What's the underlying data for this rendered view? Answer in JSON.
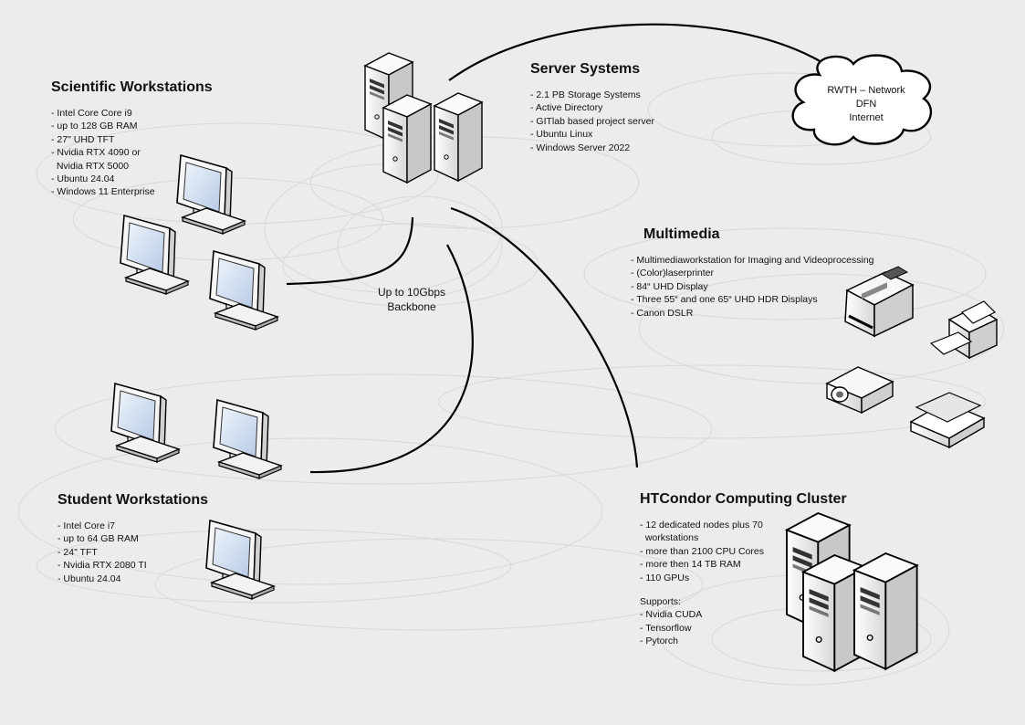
{
  "sections": {
    "scientific": {
      "title": "Scientific Workstations",
      "items": [
        "- Intel Core Core i9",
        "- up to 128 GB RAM",
        "- 27\" UHD TFT",
        "- Nvidia RTX 4090 or",
        "  Nvidia RTX 5000",
        "- Ubuntu 24.04",
        "- Windows 11 Enterprise"
      ]
    },
    "server": {
      "title": "Server Systems",
      "items": [
        "- 2.1 PB Storage Systems",
        "- Active Directory",
        "- GITlab based project server",
        "- Ubuntu Linux",
        "- Windows Server 2022"
      ]
    },
    "multimedia": {
      "title": "Multimedia",
      "items": [
        "- Multimediaworkstation for Imaging and Videoprocessing",
        "- (Color)laserprinter",
        "- 84“ UHD Display",
        "- Three 55“ and one 65“ UHD HDR Displays",
        "- Canon DSLR"
      ]
    },
    "student": {
      "title": "Student Workstations",
      "items": [
        "- Intel Core i7",
        "- up to 64 GB RAM",
        "- 24\" TFT",
        "- Nvidia RTX 2080 TI",
        "- Ubuntu 24.04"
      ]
    },
    "cluster": {
      "title": "HTCondor Computing Cluster",
      "items": [
        "- 12 dedicated nodes plus 70",
        "  workstations",
        "- more than 2100 CPU Cores",
        "- more then 14 TB RAM",
        "- 110 GPUs"
      ],
      "supports_heading": "Supports:",
      "supports": [
        "- Nvidia CUDA",
        "- Tensorflow",
        "- Pytorch"
      ]
    }
  },
  "backbone": {
    "line1": "Up to 10Gbps",
    "line2": "Backbone"
  },
  "cloud": {
    "line1": "RWTH – Network",
    "line2": "DFN",
    "line3": "Internet"
  },
  "colors": {
    "background": "#ececec",
    "line": "#000000",
    "device_shell": "#f4f4f4",
    "screen": "#c9d9ee",
    "ring": "#dcdcdc"
  }
}
